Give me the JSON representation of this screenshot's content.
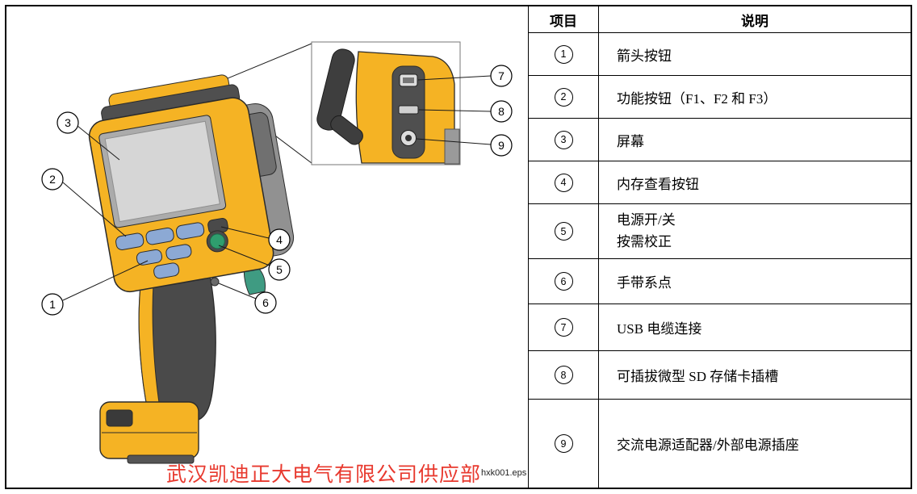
{
  "figure": {
    "watermark": "武汉凯迪正大电气有限公司供应部",
    "filename": "hxk001.eps",
    "callouts": [
      "1",
      "2",
      "3",
      "4",
      "5",
      "6",
      "7",
      "8",
      "9"
    ],
    "colors": {
      "body_yellow": "#f5b324",
      "grip_gray": "#4a4a4a",
      "button_blue": "#8ca9d4",
      "power_green": "#2f9e6e",
      "screen_gray": "#d6d6d6",
      "watermark_red": "#e8392e"
    }
  },
  "table": {
    "header": {
      "item": "项目",
      "description": "说明"
    },
    "rows": [
      {
        "num": "1",
        "desc": "箭头按钮"
      },
      {
        "num": "2",
        "desc": "功能按钮（F1、F2 和 F3）"
      },
      {
        "num": "3",
        "desc": "屏幕"
      },
      {
        "num": "4",
        "desc": "内存查看按钮"
      },
      {
        "num": "5",
        "lines": [
          "电源开/关",
          "按需校正"
        ]
      },
      {
        "num": "6",
        "desc": "手带系点"
      },
      {
        "num": "7",
        "desc": "USB 电缆连接"
      },
      {
        "num": "8",
        "desc": "可插拔微型 SD 存储卡插槽"
      },
      {
        "num": "9",
        "desc": "交流电源适配器/外部电源插座"
      }
    ]
  }
}
